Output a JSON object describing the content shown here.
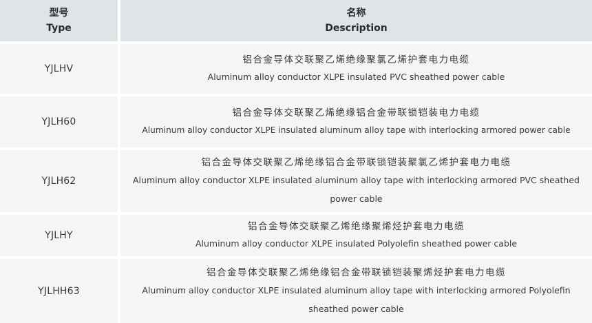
{
  "header": {
    "type_cn": "型号",
    "type_en": "Type",
    "desc_cn": "名称",
    "desc_en": "Description"
  },
  "rows": [
    {
      "type": "YJLHV",
      "cn": "铝合金导体交联聚乙烯绝缘聚氯乙烯护套电力电缆",
      "en": "Aluminum alloy conductor XLPE insulated PVC sheathed power cable"
    },
    {
      "type": "YJLH60",
      "cn": "铝合金导体交联聚乙烯绝缘铝合金带联锁铠装电力电缆",
      "en": "Aluminum alloy conductor XLPE insulated aluminum alloy tape with interlocking armored power cable"
    },
    {
      "type": "YJLH62",
      "cn": "铝合金导体交联聚乙烯绝缘铝合金带联锁铠装聚氯乙烯护套电力电缆",
      "en": "Aluminum alloy conductor XLPE insulated aluminum alloy tape with interlocking armored PVC sheathed power cable"
    },
    {
      "type": "YJLHY",
      "cn": "铝合金导体交联聚乙烯绝缘聚烯烃护套电力电缆",
      "en": "Aluminum alloy conductor XLPE insulated Polyolefin sheathed power cable"
    },
    {
      "type": "YJLHH63",
      "cn": "铝合金导体交联聚乙烯绝缘铝合金带联锁铠装聚烯烃护套电力电缆",
      "en": "Aluminum alloy conductor XLPE insulated aluminum alloy tape with interlocking armored Polyolefin sheathed power cable"
    }
  ],
  "colors": {
    "header_bg": "#dfe4e7",
    "row_bg": "#f3f5f6",
    "text": "#333333"
  }
}
